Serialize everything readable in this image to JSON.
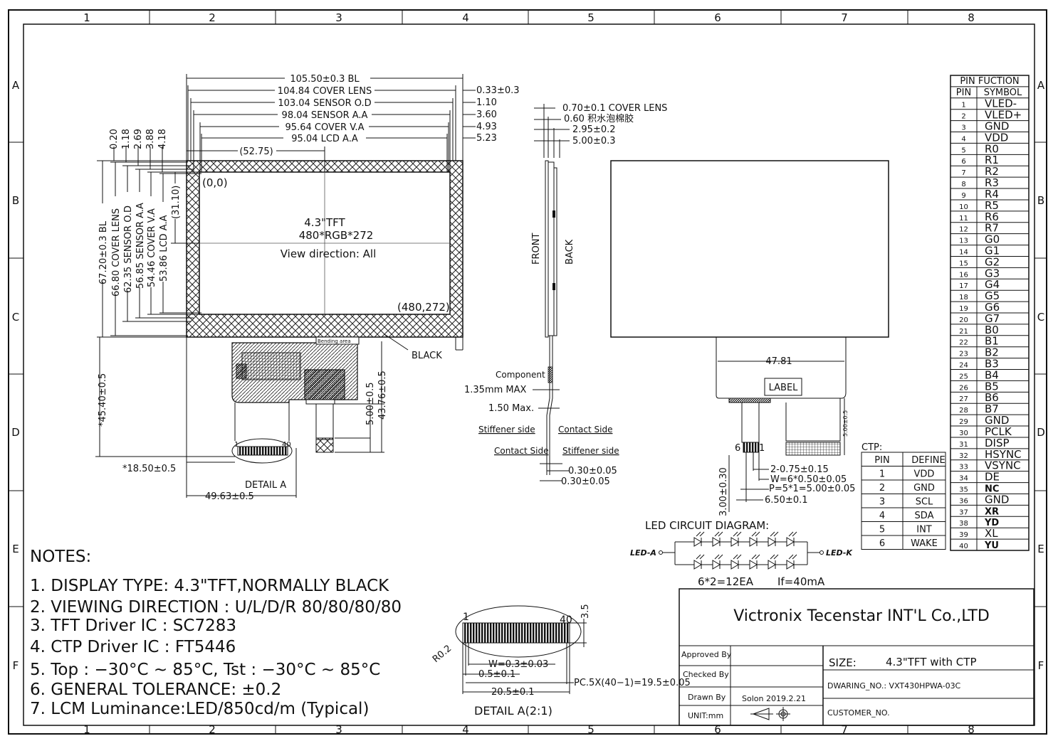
{
  "border": {
    "columns": [
      "1",
      "2",
      "3",
      "4",
      "5",
      "6",
      "7",
      "8"
    ],
    "rows": [
      "A",
      "B",
      "C",
      "D",
      "E",
      "F"
    ]
  },
  "front_view": {
    "top_dims": [
      {
        "label": "105.50±0.3 BL"
      },
      {
        "label": "104.84 COVER LENS",
        "right": "0.33±0.3"
      },
      {
        "label": "103.04 SENSOR O.D",
        "right": "1.10"
      },
      {
        "label": "98.04 SENSOR A.A",
        "right": "3.60"
      },
      {
        "label": "95.64 COVER V.A",
        "right": "4.93"
      },
      {
        "label": "95.04 LCD A.A",
        "right": "5.23"
      }
    ],
    "center_dim": "(52.75)",
    "left_small": [
      "0.20",
      "1.18",
      "2.69",
      "3.88",
      "4.18"
    ],
    "left_dims": [
      "67.20±0.3 BL",
      "66.80 COVER LENS",
      "62.35 SENSOR O.D",
      "56.85 SENSOR A.A",
      "54.46 COVER V.A",
      "53.86 LCD A.A"
    ],
    "mid_dim": "(31.10)",
    "origin": "(0,0)",
    "corner": "(480,272)",
    "title1": "4.3\"TFT",
    "title2": "480*RGB*272",
    "view": "View direction:  All",
    "black": "BLACK",
    "bending": "Bending area",
    "fpc_dims": [
      "*45.40±0.5",
      "5.00±0.5",
      "43.76±0.5"
    ],
    "bottom_dims": [
      "*18.50±0.5",
      "49.63±0.5"
    ],
    "detail": "DETAIL A",
    "pin1": "1",
    "pin40": "40"
  },
  "side_view": {
    "dims": [
      "0.70±0.1 COVER LENS",
      "0.60  积水泡棉胶",
      "2.95±0.2",
      "5.00±0.3"
    ],
    "front": "FRONT",
    "back": "BACK",
    "component": "Component",
    "max1": "1.35mm MAX",
    "max2": "1.50 Max.",
    "stiff1": "Stiffener side",
    "contact1": "Contact Side",
    "contact2": "Contact Side",
    "stiff2": "Stiffener side",
    "bottom": [
      "0.30±0.05",
      "0.30±0.05"
    ]
  },
  "back_view": {
    "width": "47.81",
    "label": "LABEL",
    "fpc_h": "5.00±0.5",
    "pin6": "6",
    "pin1": "1",
    "vdim": "3.00±0.30",
    "dims": [
      "2-0.75±0.15",
      "W=6*0.50±0.05",
      "P=5*1=5.00±0.05",
      "6.50±0.1"
    ]
  },
  "ctp": {
    "title": "CTP:",
    "headers": [
      "PIN",
      "DEFINE"
    ],
    "rows": [
      [
        "1",
        "VDD"
      ],
      [
        "2",
        "GND"
      ],
      [
        "3",
        "SCL"
      ],
      [
        "4",
        "SDA"
      ],
      [
        "5",
        "INT"
      ],
      [
        "6",
        "WAKE"
      ]
    ]
  },
  "led": {
    "title": "LED  CIRCUIT  DIAGRAM:",
    "anode": "LED-A",
    "cathode": "LED-K",
    "count": "6*2=12EA",
    "current": "If=40mA"
  },
  "pin_table": {
    "title": "PIN  FUCTION",
    "headers": [
      "PIN",
      "SYMBOL"
    ],
    "rows": [
      [
        "1",
        "VLED-"
      ],
      [
        "2",
        "VLED+"
      ],
      [
        "3",
        "GND"
      ],
      [
        "4",
        "VDD"
      ],
      [
        "5",
        "R0"
      ],
      [
        "6",
        "R1"
      ],
      [
        "7",
        "R2"
      ],
      [
        "8",
        "R3"
      ],
      [
        "9",
        "R4"
      ],
      [
        "10",
        "R5"
      ],
      [
        "11",
        "R6"
      ],
      [
        "12",
        "R7"
      ],
      [
        "13",
        "G0"
      ],
      [
        "14",
        "G1"
      ],
      [
        "15",
        "G2"
      ],
      [
        "16",
        "G3"
      ],
      [
        "17",
        "G4"
      ],
      [
        "18",
        "G5"
      ],
      [
        "19",
        "G6"
      ],
      [
        "20",
        "G7"
      ],
      [
        "21",
        "B0"
      ],
      [
        "22",
        "B1"
      ],
      [
        "23",
        "B2"
      ],
      [
        "24",
        "B3"
      ],
      [
        "25",
        "B4"
      ],
      [
        "26",
        "B5"
      ],
      [
        "27",
        "B6"
      ],
      [
        "28",
        "B7"
      ],
      [
        "29",
        "GND"
      ],
      [
        "30",
        "PCLK"
      ],
      [
        "31",
        "DISP"
      ],
      [
        "32",
        "HSYNC"
      ],
      [
        "33",
        "VSYNC"
      ],
      [
        "34",
        "DE"
      ],
      [
        "35",
        "NC"
      ],
      [
        "36",
        "GND"
      ],
      [
        "37",
        "XR"
      ],
      [
        "38",
        "YD"
      ],
      [
        "39",
        "XL"
      ],
      [
        "40",
        "YU"
      ]
    ]
  },
  "notes": {
    "title": "NOTES:",
    "items": [
      "1. DISPLAY TYPE: 4.3\"TFT,NORMALLY BLACK",
      "2. VIEWING DIRECTION : U/L/D/R 80/80/80/80",
      "3. TFT Driver IC : SC7283",
      "4. CTP Driver IC : FT5446",
      "5. Top : −30°C ~ 85°C, Tst : −30°C ~ 85°C",
      "6. GENERAL TOLERANCE: ±0.2",
      "7. LCM Luminance:LED/850cd/m (Typical)"
    ]
  },
  "detail_a": {
    "title": "DETAIL A(2:1)",
    "pin1": "1",
    "pin40": "40",
    "h": "3.5",
    "r": "R0.2",
    "w": "W=0.3±0.03",
    "off": "0.5±0.1",
    "pitch": "PC.5X(40−1)=19.5±0.05",
    "total": "20.5±0.1"
  },
  "title_block": {
    "company": "Victronix  Tecenstar  INT'L  Co.,LTD",
    "approved": "Approved By",
    "checked": "Checked By",
    "drawn": "Drawn By",
    "drawn_val": "Solon  2019.2.21",
    "unit": "UNIT:mm",
    "size_label": "SIZE:",
    "size_val": "4.3\"TFT with CTP",
    "dwg": "DWARING_NO.: VXT430HPWA-03C",
    "customer": "CUSTOMER_NO."
  }
}
